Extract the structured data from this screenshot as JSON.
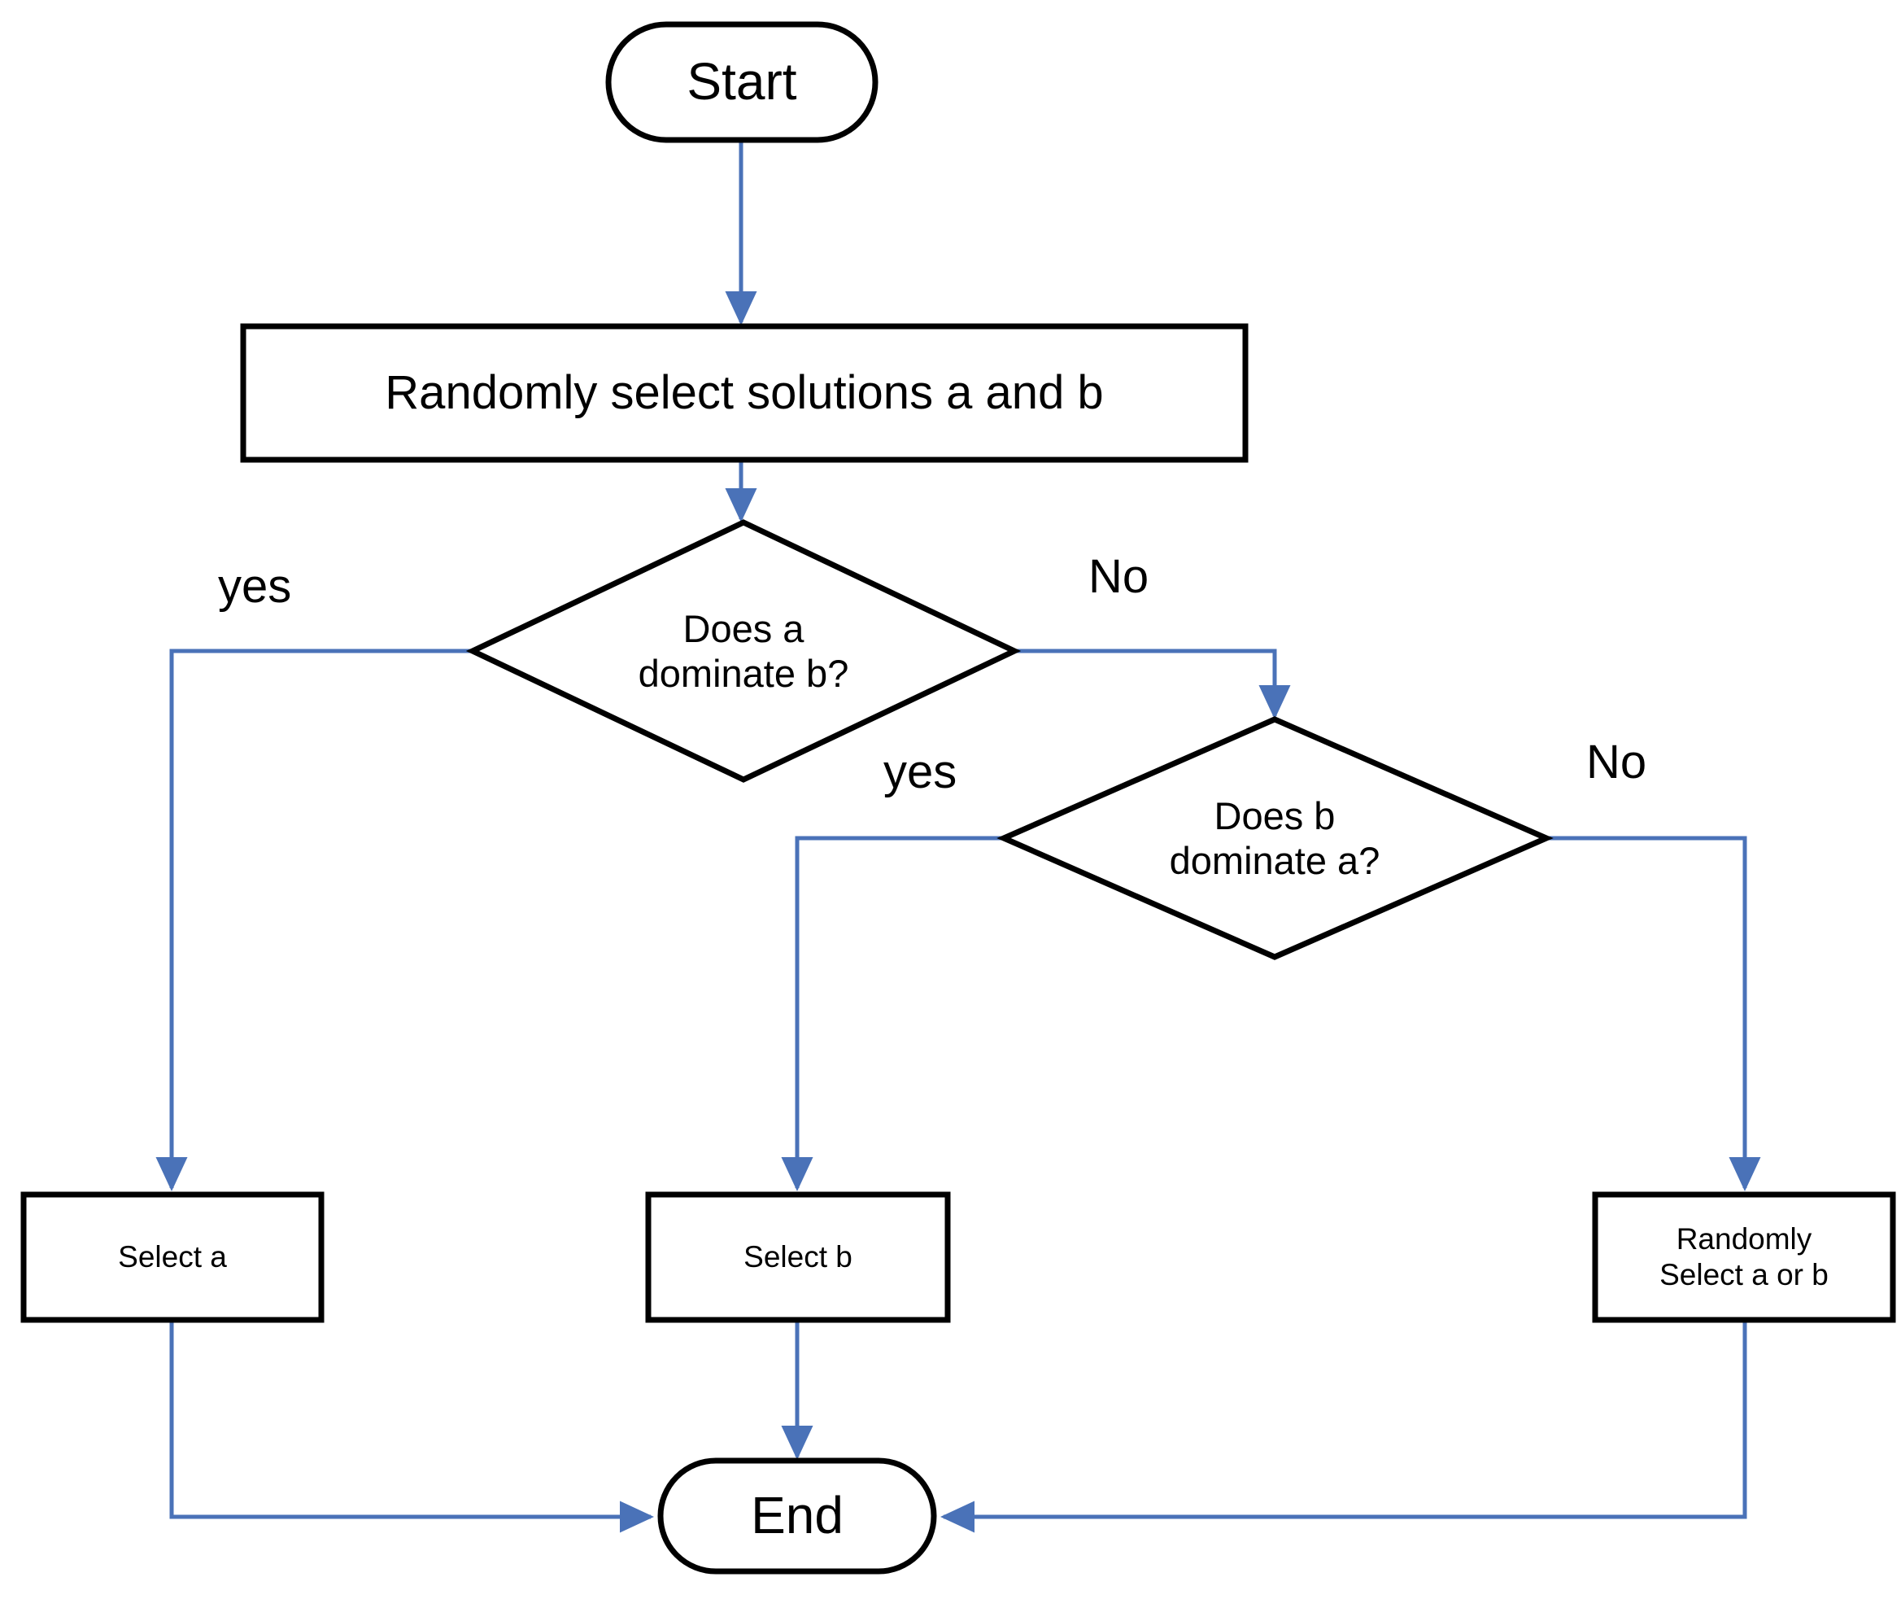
{
  "diagram": {
    "title": "Binary tournament selection flowchart",
    "colors": {
      "node_stroke": "#000000",
      "node_fill": "#ffffff",
      "edge_stroke": "#4a72b8",
      "text": "#000000",
      "background": "#ffffff"
    },
    "nodes": {
      "start": {
        "label": "Start",
        "shape": "terminal"
      },
      "select_solutions": {
        "label": "Randomly select solutions a and b",
        "shape": "process"
      },
      "decision_a": {
        "label": "Does a\ndominate b?",
        "shape": "decision"
      },
      "decision_b": {
        "label": "Does b\ndominate a?",
        "shape": "decision"
      },
      "select_a": {
        "label": "Select a",
        "shape": "process"
      },
      "select_b": {
        "label": "Select b",
        "shape": "process"
      },
      "select_random": {
        "label": "Randomly\nSelect a or b",
        "shape": "process"
      },
      "end": {
        "label": "End",
        "shape": "terminal"
      }
    },
    "edge_labels": {
      "a_yes": "yes",
      "a_no": "No",
      "b_yes": "yes",
      "b_no": "No"
    }
  }
}
